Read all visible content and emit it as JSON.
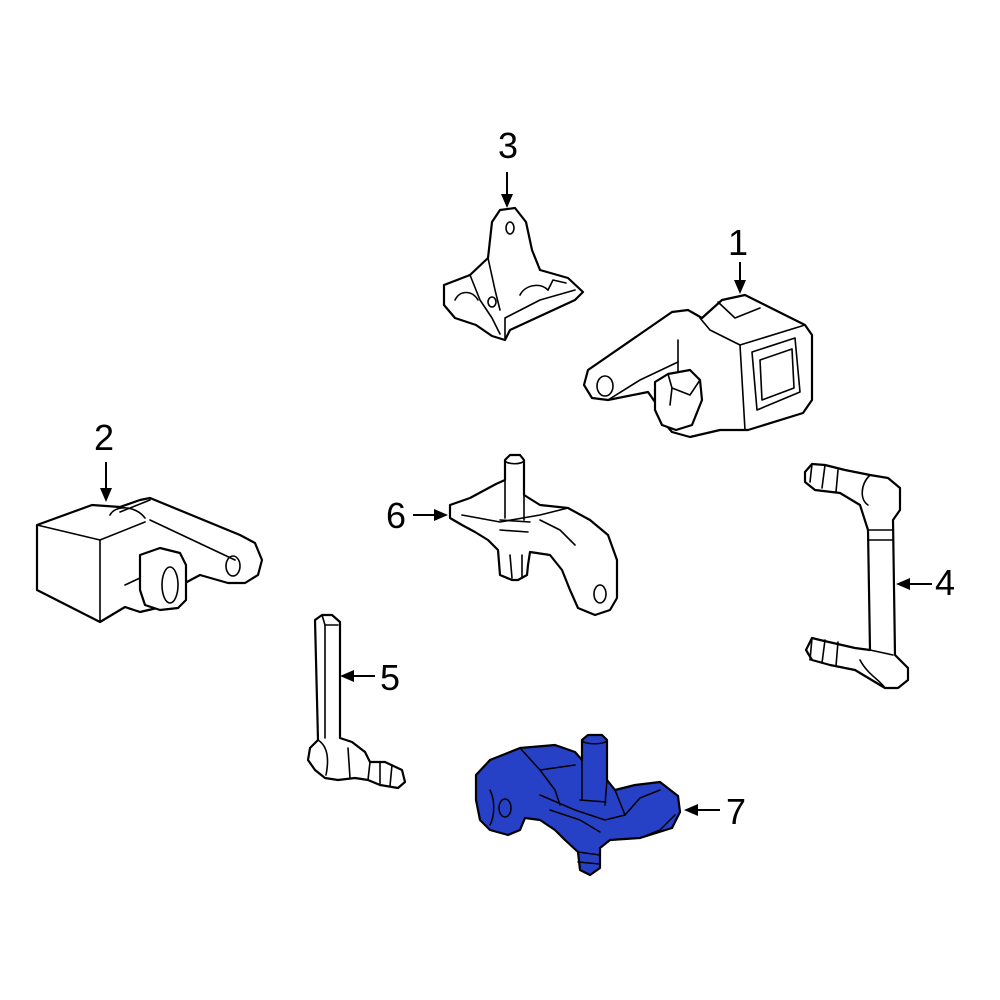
{
  "diagram": {
    "highlight_color": "#2741c6",
    "line_color": "#000000",
    "background": "#ffffff",
    "highlighted_part": "7",
    "callouts": [
      {
        "id": "c1",
        "label": "1"
      },
      {
        "id": "c2",
        "label": "2"
      },
      {
        "id": "c3",
        "label": "3"
      },
      {
        "id": "c4",
        "label": "4"
      },
      {
        "id": "c5",
        "label": "5"
      },
      {
        "id": "c6",
        "label": "6"
      },
      {
        "id": "c7",
        "label": "7"
      }
    ]
  }
}
